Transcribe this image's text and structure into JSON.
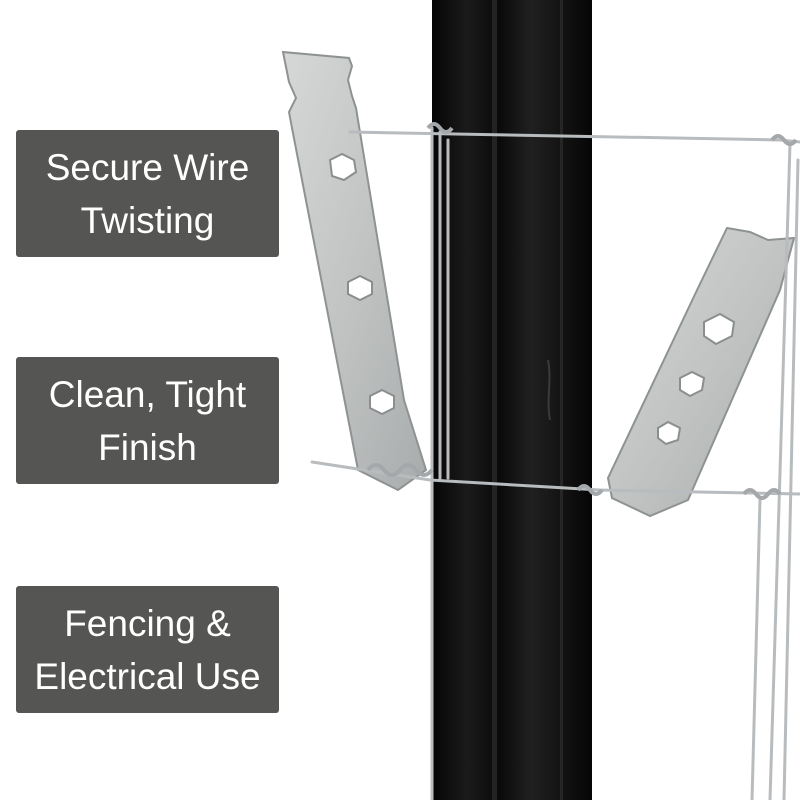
{
  "labels": [
    {
      "line1": "Secure Wire",
      "line2": "Twisting"
    },
    {
      "line1": "Clean, Tight",
      "line2": "Finish"
    },
    {
      "line1": "Fencing &",
      "line2": "Electrical Use"
    }
  ],
  "colors": {
    "label_background": "#555553",
    "label_text": "#ffffff",
    "post": "#101010",
    "steel": "#c4c6c6",
    "wire": "#b8bcbe",
    "background": "#ffffff"
  }
}
